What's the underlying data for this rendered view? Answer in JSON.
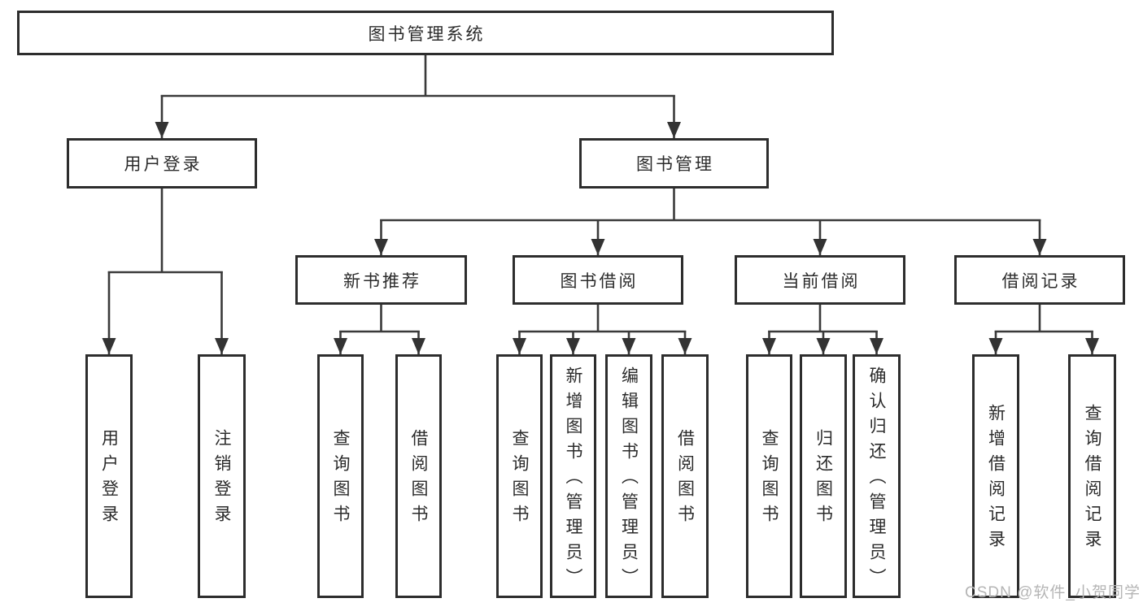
{
  "colors": {
    "line": "#3a3a3a",
    "box_border": "#2d2d2d",
    "text": "#2b2b2b",
    "watermark": "#b5b5b5",
    "background": "#ffffff"
  },
  "watermark": "CSDN @软件_小贺同学",
  "tree": {
    "root": {
      "label": "图书管理系统"
    },
    "branches": [
      {
        "label": "用户登录",
        "children": [
          "用户登录",
          "注销登录"
        ]
      },
      {
        "label": "图书管理",
        "sections": [
          {
            "label": "新书推荐",
            "children": [
              "查询图书",
              "借阅图书"
            ]
          },
          {
            "label": "图书借阅",
            "children": [
              "查询图书",
              "新增图书（管理员）",
              "编辑图书（管理员）",
              "借阅图书"
            ]
          },
          {
            "label": "当前借阅",
            "children": [
              "查询图书",
              "归还图书",
              "确认归还（管理员）"
            ]
          },
          {
            "label": "借阅记录",
            "children": [
              "新增借阅记录",
              "查询借阅记录"
            ]
          }
        ]
      }
    ]
  }
}
